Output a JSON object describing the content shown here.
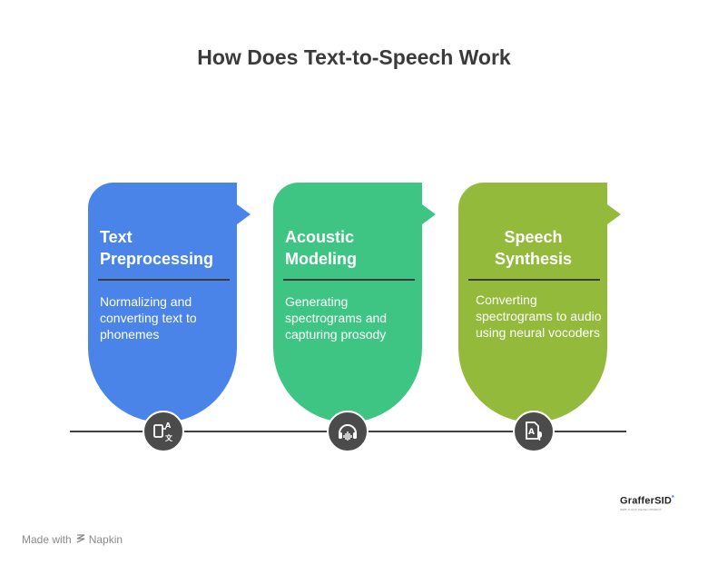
{
  "title": "How Does Text-to-Speech Work",
  "steps": [
    {
      "title": "Text Preprocessing",
      "description": "Normalizing and converting text to phonemes",
      "color": "#4a84e8",
      "icon": "text-translate-icon"
    },
    {
      "title": "Acoustic Modeling",
      "description": "Generating spectrograms and capturing prosody",
      "color": "#3ec583",
      "icon": "headphones-icon"
    },
    {
      "title": "Speech Synthesis",
      "description": "Converting spectrograms to audio using neural vocoders",
      "color": "#94ba3c",
      "icon": "document-microphone-icon"
    }
  ],
  "logo": {
    "name": "GrafferSID",
    "tagline": "WEB & APP DEVELOPMENT"
  },
  "footer": {
    "made_with": "Made with",
    "brand": "Napkin"
  }
}
